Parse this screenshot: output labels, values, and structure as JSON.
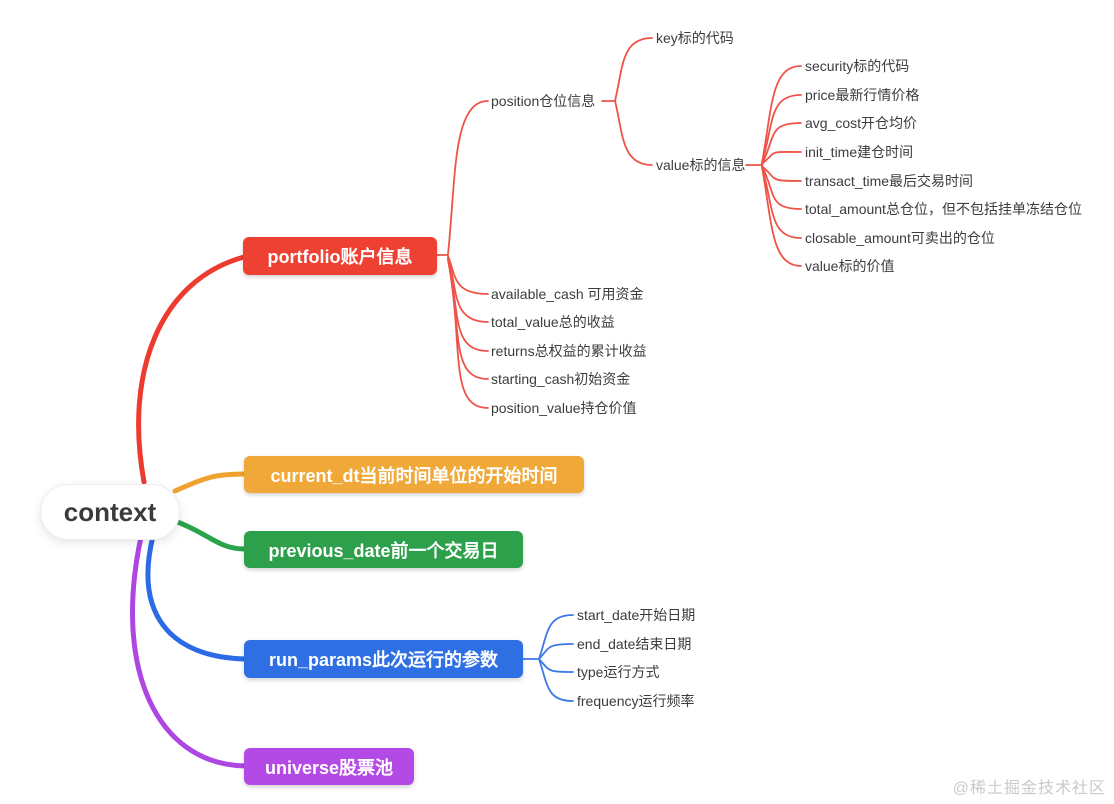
{
  "root": {
    "label": "context"
  },
  "branches": [
    {
      "label": "portfolio账户信息",
      "color": "#ee4134",
      "children": [
        {
          "label": "position仓位信息",
          "children": [
            {
              "label": "key标的代码"
            },
            {
              "label": "value标的信息",
              "children": [
                {
                  "label": "security标的代码"
                },
                {
                  "label": "price最新行情价格"
                },
                {
                  "label": "avg_cost开仓均价"
                },
                {
                  "label": "init_time建仓时间"
                },
                {
                  "label": "transact_time最后交易时间"
                },
                {
                  "label": "total_amount总仓位，但不包括挂单冻结仓位"
                },
                {
                  "label": "closable_amount可卖出的仓位"
                },
                {
                  "label": "value标的价值"
                }
              ]
            }
          ]
        },
        {
          "label": "available_cash 可用资金"
        },
        {
          "label": "total_value总的收益"
        },
        {
          "label": "returns总权益的累计收益"
        },
        {
          "label": "starting_cash初始资金"
        },
        {
          "label": "position_value持仓价值"
        }
      ]
    },
    {
      "label": "current_dt当前时间单位的开始时间",
      "color": "#f0a838"
    },
    {
      "label": "previous_date前一个交易日",
      "color": "#2ea04c"
    },
    {
      "label": "run_params此次运行的参数",
      "color": "#2e6fe4",
      "children": [
        {
          "label": "start_date开始日期"
        },
        {
          "label": "end_date结束日期"
        },
        {
          "label": "type运行方式"
        },
        {
          "label": "frequency运行频率"
        }
      ]
    },
    {
      "label": "universe股票池",
      "color": "#b44ae6"
    }
  ],
  "watermark": "@稀土掘金技术社区"
}
